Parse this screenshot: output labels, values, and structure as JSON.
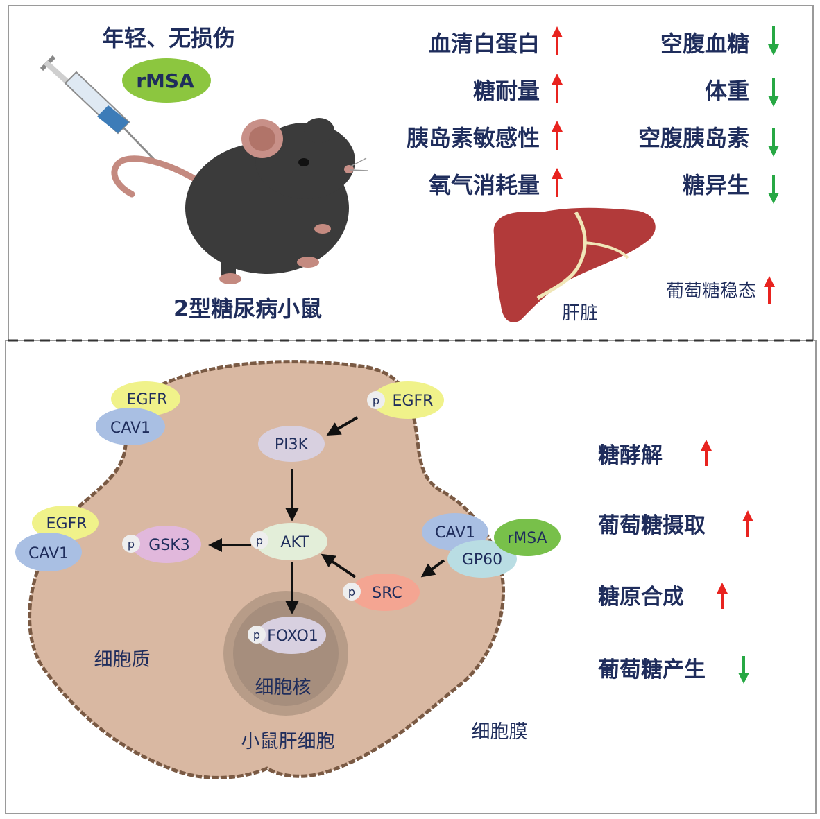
{
  "colors": {
    "text": "#1f2d5c",
    "up_arrow": "#e8231f",
    "down_arrow": "#27a844",
    "cell_fill": "#d9b8a2",
    "cell_stroke": "#7a5a44",
    "liver": "#b23a3a"
  },
  "top": {
    "condition": "年轻、无损伤",
    "treatment": "rMSA",
    "mouse_label": "2型糖尿病小鼠",
    "up_effects": [
      "血清白蛋白",
      "糖耐量",
      "胰岛素敏感性",
      "氧气消耗量"
    ],
    "down_effects": [
      "空腹血糖",
      "体重",
      "空腹胰岛素",
      "糖异生"
    ],
    "liver_label": "肝脏",
    "liver_effect": "葡萄糖稳态"
  },
  "bottom": {
    "nodes": {
      "egfr_top_left": "EGFR",
      "cav1_top_left": "CAV1",
      "egfr_left": "EGFR",
      "cav1_left": "CAV1",
      "egfr_right": "EGFR",
      "pi3k": "PI3K",
      "akt": "AKT",
      "gsk3": "GSK3",
      "foxo1": "FOXO1",
      "src": "SRC",
      "cav1_right": "CAV1",
      "gp60": "GP60",
      "rmsa": "rMSA"
    },
    "phospho": "p",
    "cytoplasm": "细胞质",
    "nucleus": "细胞核",
    "cell_name": "小鼠肝细胞",
    "membrane": "细胞膜",
    "up_effects": [
      "糖酵解",
      "葡萄糖摄取",
      "糖原合成"
    ],
    "down_effects": [
      "葡萄糖产生"
    ]
  }
}
